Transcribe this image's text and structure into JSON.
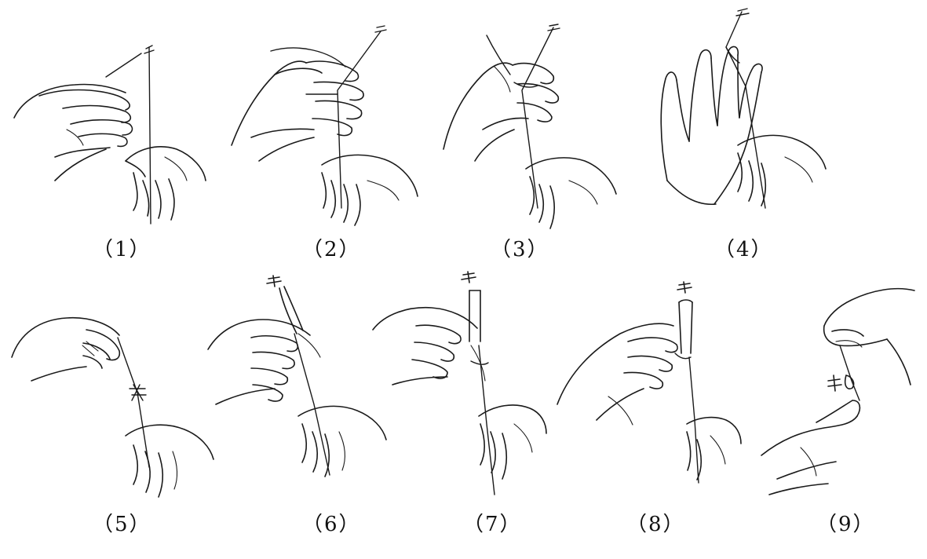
{
  "steps": [
    {
      "label": "（1）"
    },
    {
      "label": "（2）"
    },
    {
      "label": "（3）"
    },
    {
      "label": "（4）"
    },
    {
      "label": "（5）"
    },
    {
      "label": "（6）"
    },
    {
      "label": "（7）"
    },
    {
      "label": "（8）"
    },
    {
      "label": "（9）"
    }
  ],
  "colors": {
    "ink": "#1a1a1a",
    "background": "#ffffff"
  }
}
